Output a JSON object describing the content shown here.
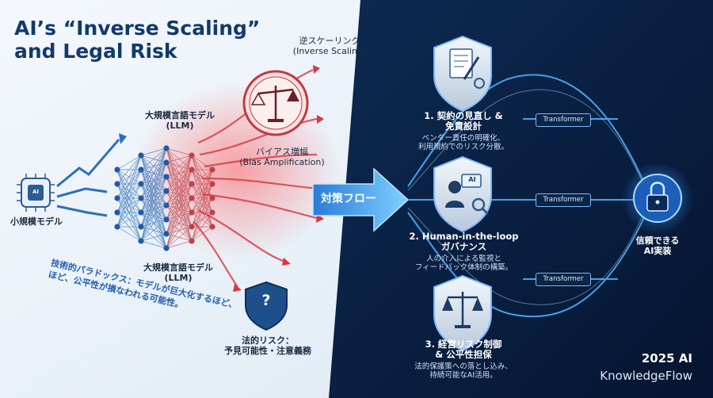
{
  "title": "AI’s “Inverse Scaling”\nand Legal Risk",
  "left": {
    "inverse_scaling_jp": "逆スケーリング",
    "inverse_scaling_en": "(Inverse Scaling)",
    "llm_top_jp": "大規模言語モデル",
    "llm_top_en": "(LLM)",
    "bias_jp": "バイアス増幅",
    "bias_en": "(Bias Amplification)",
    "small_model": "小規模モデル",
    "chip_label": "AI",
    "llm_bottom_jp": "大規模言語モデル",
    "llm_bottom_en": "(LLM)",
    "paradox": "技術的パラドックス：モデルが巨大化するほど、\nほど、公平性が損なわれる可能性。",
    "legal_risk_1": "法的リスク：",
    "legal_risk_2": "予見可能性・注意義務",
    "question_mark": "?"
  },
  "flow_label": "対策フロー",
  "steps": [
    {
      "title": "1. 契約の見直し &\n免責設計",
      "desc": "ベンダー責任の明確化、\n利用規約でのリスク分散。"
    },
    {
      "title": "2. Human-in-the-loop\nガバナンス",
      "desc": "人の介入による監視と\nフィードバック体制の構築。",
      "badge": "AI"
    },
    {
      "title": "3. 経営リスク制御\n& 公平性担保",
      "desc": "法的保護策への落とし込み、\n持続可能なAI活用。"
    }
  ],
  "transformer_label": "Transformer",
  "goal": "信頼できる\nAI実装",
  "brand": {
    "line1": "2025 AI",
    "line2": "KnowledgeFlow"
  },
  "colors": {
    "dark_bg": "#0a1f3f",
    "light_bg": "#eaf1f8",
    "title": "#123a6b",
    "accent_blue": "#3da2ff",
    "risk_red": "#d9363e"
  }
}
